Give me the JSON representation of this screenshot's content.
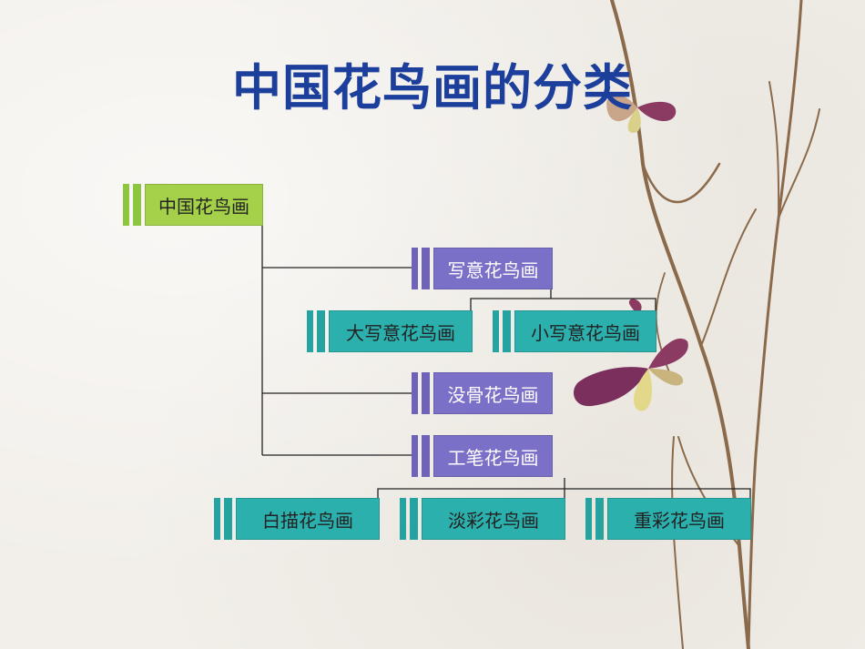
{
  "title": "中国花鸟画的分类",
  "nodes": {
    "root": "中国花鸟画",
    "xieyi": "写意花鸟画",
    "daxieyi": "大写意花鸟画",
    "xiaoxieyi": "小写意花鸟画",
    "mogu": "没骨花鸟画",
    "gongbi": "工笔花鸟画",
    "baimiao": "白描花鸟画",
    "dancai": "淡彩花鸟画",
    "zhongcai": "重彩花鸟画"
  },
  "colors": {
    "title": "#1d3f9c",
    "green": "#a4d149",
    "purple": "#7b70c7",
    "teal": "#2bb0ad",
    "line": "#222222"
  }
}
